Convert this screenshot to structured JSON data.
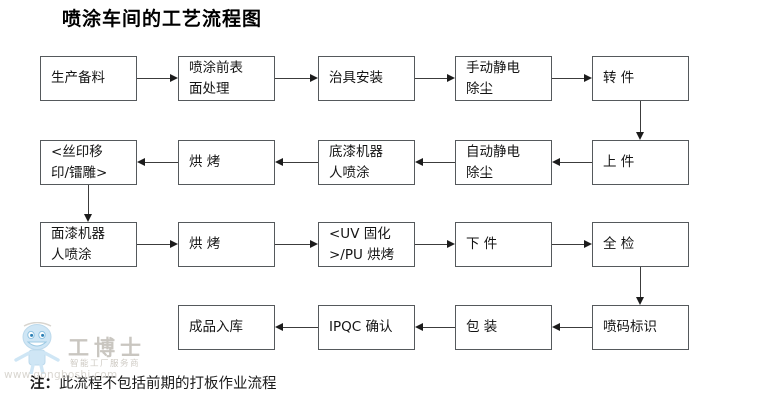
{
  "title": "喷涂车间的工艺流程图",
  "note": {
    "prefix": "注：",
    "text": "此流程不包括前期的打板作业流程"
  },
  "watermark": {
    "name": "工博士",
    "subtitle": "智能工厂服务商",
    "url": "www.gongboshi.com"
  },
  "colors": {
    "box_border": "#55595c",
    "line": "#3c3c3c",
    "text": "#141414",
    "background": "#ffffff"
  },
  "flow": {
    "type": "process-flowchart",
    "direction": "serpentine",
    "rows": 4,
    "columns": 5,
    "nodes": [
      {
        "id": "n1",
        "label": "生产备料",
        "row": 1,
        "col": 1
      },
      {
        "id": "n2",
        "label": "喷涂前表\n面处理",
        "row": 1,
        "col": 2
      },
      {
        "id": "n3",
        "label": "治具安装",
        "row": 1,
        "col": 3
      },
      {
        "id": "n4",
        "label": "手动静电\n除尘",
        "row": 1,
        "col": 4
      },
      {
        "id": "n5",
        "label": "转 件",
        "row": 1,
        "col": 5
      },
      {
        "id": "n6",
        "label": "上 件",
        "row": 2,
        "col": 5
      },
      {
        "id": "n7",
        "label": "自动静电\n除尘",
        "row": 2,
        "col": 4
      },
      {
        "id": "n8",
        "label": "底漆机器\n人喷涂",
        "row": 2,
        "col": 3
      },
      {
        "id": "n9",
        "label": "烘 烤",
        "row": 2,
        "col": 2
      },
      {
        "id": "n10",
        "label": "<丝印移\n印/镭雕>",
        "row": 2,
        "col": 1
      },
      {
        "id": "n11",
        "label": "面漆机器\n人喷涂",
        "row": 3,
        "col": 1
      },
      {
        "id": "n12",
        "label": "烘 烤",
        "row": 3,
        "col": 2
      },
      {
        "id": "n13",
        "label": "<UV 固化\n>/PU 烘烤",
        "row": 3,
        "col": 3
      },
      {
        "id": "n14",
        "label": "下 件",
        "row": 3,
        "col": 4
      },
      {
        "id": "n15",
        "label": "全 检",
        "row": 3,
        "col": 5
      },
      {
        "id": "n16",
        "label": "喷码标识",
        "row": 4,
        "col": 5
      },
      {
        "id": "n17",
        "label": "包 装",
        "row": 4,
        "col": 4
      },
      {
        "id": "n18",
        "label": "IPQC 确认",
        "row": 4,
        "col": 3
      },
      {
        "id": "n19",
        "label": "成品入库",
        "row": 4,
        "col": 2
      }
    ],
    "edges": [
      {
        "from": "n1",
        "to": "n2",
        "dir": "right"
      },
      {
        "from": "n2",
        "to": "n3",
        "dir": "right"
      },
      {
        "from": "n3",
        "to": "n4",
        "dir": "right"
      },
      {
        "from": "n4",
        "to": "n5",
        "dir": "right"
      },
      {
        "from": "n5",
        "to": "n6",
        "dir": "down"
      },
      {
        "from": "n6",
        "to": "n7",
        "dir": "left"
      },
      {
        "from": "n7",
        "to": "n8",
        "dir": "left"
      },
      {
        "from": "n8",
        "to": "n9",
        "dir": "left"
      },
      {
        "from": "n9",
        "to": "n10",
        "dir": "left"
      },
      {
        "from": "n10",
        "to": "n11",
        "dir": "down"
      },
      {
        "from": "n11",
        "to": "n12",
        "dir": "right"
      },
      {
        "from": "n12",
        "to": "n13",
        "dir": "right"
      },
      {
        "from": "n13",
        "to": "n14",
        "dir": "right"
      },
      {
        "from": "n14",
        "to": "n15",
        "dir": "right"
      },
      {
        "from": "n15",
        "to": "n16",
        "dir": "down"
      },
      {
        "from": "n16",
        "to": "n17",
        "dir": "left"
      },
      {
        "from": "n17",
        "to": "n18",
        "dir": "left"
      },
      {
        "from": "n18",
        "to": "n19",
        "dir": "left"
      }
    ]
  }
}
